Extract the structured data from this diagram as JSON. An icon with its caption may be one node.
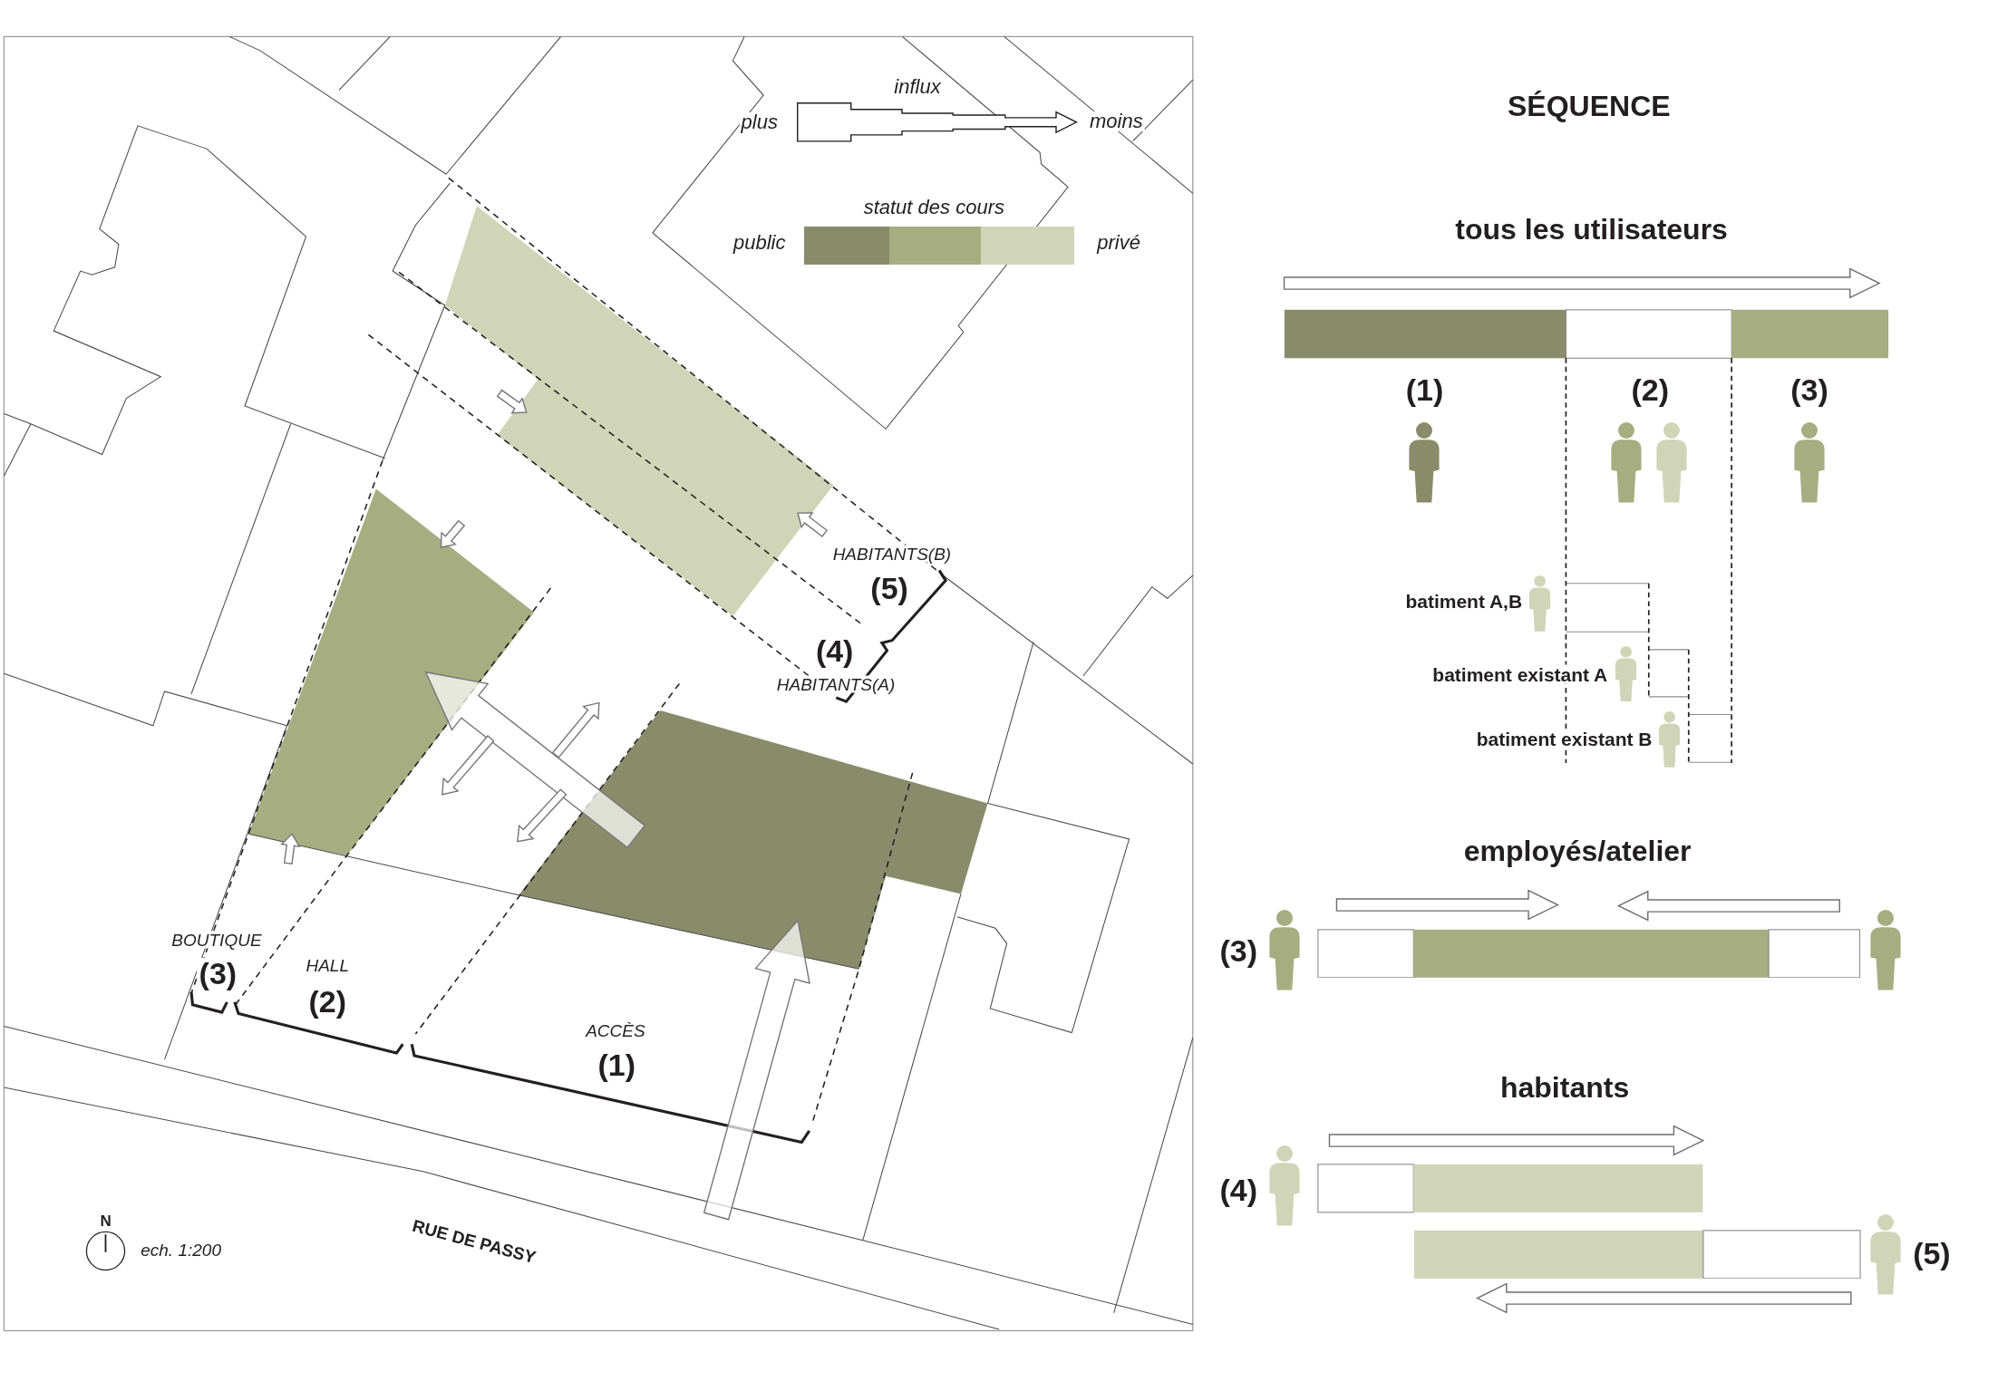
{
  "diagram": {
    "title": "SÉQUENCE",
    "labels": [
      "influx",
      "plus",
      "moins",
      "statut des cours",
      "HABITANTS(B)",
      "(5)",
      "(4)",
      "HABITANTS(A)",
      "BOUTIQUE",
      "HALL",
      "(3)",
      "(2)",
      "ACCÈS",
      "(1)",
      "N",
      "ech. 1:200",
      "RUE DE PASSY",
      "tous les utilisateurs",
      "(1)",
      "(2)",
      "(3)",
      "batiment A,B",
      "batiment existant A",
      "batiment existant B",
      "employés/atelier",
      "(3)",
      "habitants",
      "(4)",
      "(5)"
    ],
    "legend": [
      {
        "text": "public",
        "color": "#898c6a"
      },
      {
        "text": "privé",
        "color": "#d0d5b8"
      }
    ]
  }
}
